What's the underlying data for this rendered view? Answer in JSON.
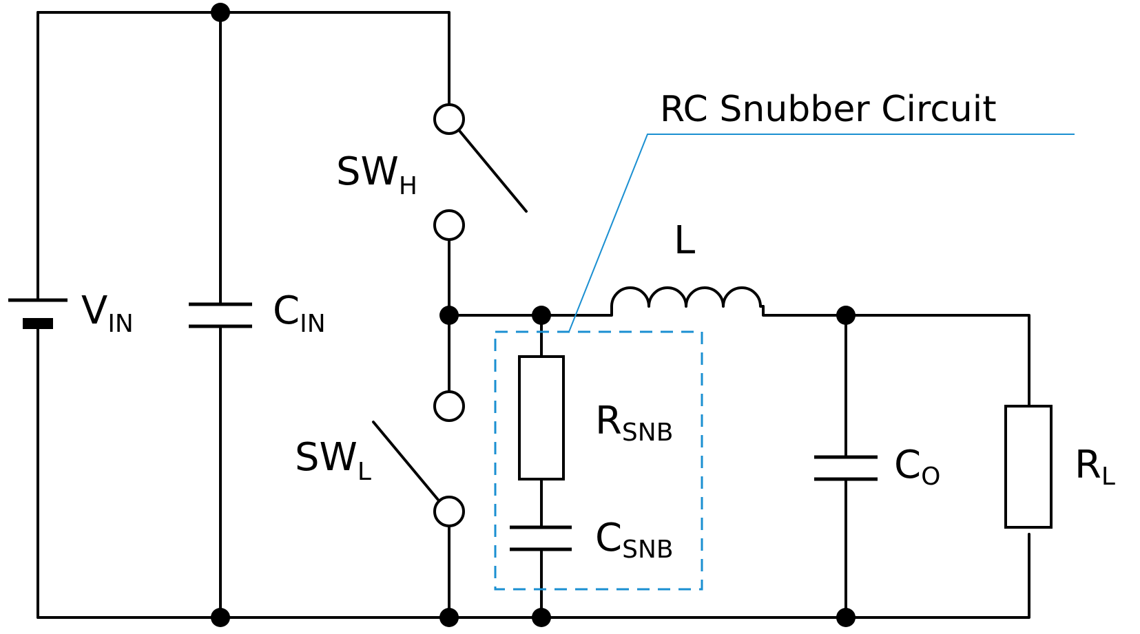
{
  "diagram": {
    "callout": "RC Snubber Circuit",
    "accent_color": "#1a8fd1",
    "components": {
      "vin": {
        "main": "V",
        "sub": "IN"
      },
      "cin": {
        "main": "C",
        "sub": "IN"
      },
      "swh": {
        "main": "SW",
        "sub": "H"
      },
      "swl": {
        "main": "SW",
        "sub": "L"
      },
      "inductor": {
        "main": "L"
      },
      "rsnb": {
        "main": "R",
        "sub": "SNB"
      },
      "csnb": {
        "main": "C",
        "sub": "SNB"
      },
      "co": {
        "main": "C",
        "sub": "O"
      },
      "rl": {
        "main": "R",
        "sub": "L"
      }
    }
  }
}
